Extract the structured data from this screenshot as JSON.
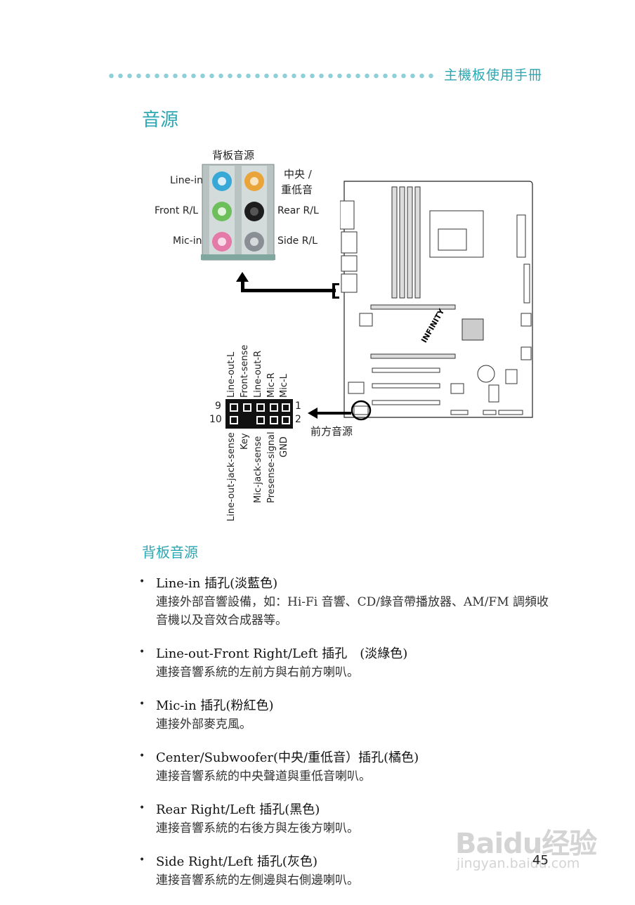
{
  "header": {
    "title": "主機板使用手冊"
  },
  "section": {
    "title": "音源"
  },
  "diagram": {
    "rear_caption": "背板音源",
    "left_labels": [
      "Line-in",
      "Front R/L",
      "Mic-in"
    ],
    "right_labels": [
      "中央 /",
      "重低音",
      "Rear R/L",
      "Side R/L"
    ],
    "pin_top_labels": [
      "Line-out-L",
      "Front-sense",
      "Line-out-R",
      "Mic-R",
      "Mic-L"
    ],
    "pin_bottom_labels": [
      "Line-out-jack-sense",
      "Key",
      "Mic-jack-sense",
      "Presense-signal",
      "GND"
    ],
    "pin_numbers": {
      "left_top": "9",
      "left_bottom": "10",
      "right_top": "1",
      "right_bottom": "2"
    },
    "front_caption": "前方音源",
    "jack_colors": {
      "blue": "#38a9d6",
      "green": "#6cbf5a",
      "pink": "#e57aa8",
      "orange": "#e9a53a",
      "black": "#1d1d1d",
      "gray": "#8a8f96"
    },
    "board_logo": "INFINITY"
  },
  "subsection": {
    "title": "背板音源"
  },
  "items": [
    {
      "title": "Line-in 插孔(淡藍色)",
      "desc": "連接外部音響設備，如：Hi-Fi 音響、CD/錄音帶播放器、AM/FM 調頻收音機以及音效合成器等。"
    },
    {
      "title": "Line-out-Front Right/Left 插孔　(淡綠色)",
      "desc": "連接音響系統的左前方與右前方喇叭。"
    },
    {
      "title": "Mic-in 插孔(粉紅色)",
      "desc": "連接外部麥克風。"
    },
    {
      "title": "Center/Subwoofer(中央/重低音）插孔(橘色)",
      "desc": "連接音響系統的中央聲道與重低音喇叭。"
    },
    {
      "title": "Rear Right/Left 插孔(黑色)",
      "desc": "連接音響系統的右後方與左後方喇叭。"
    },
    {
      "title": "Side Right/Left 插孔(灰色)",
      "desc": "連接音響系統的左側邊與右側邊喇叭。"
    }
  ],
  "page_number": "45",
  "watermark": {
    "logo": "Baidu经验",
    "url": "jingyan.baidu.com"
  }
}
